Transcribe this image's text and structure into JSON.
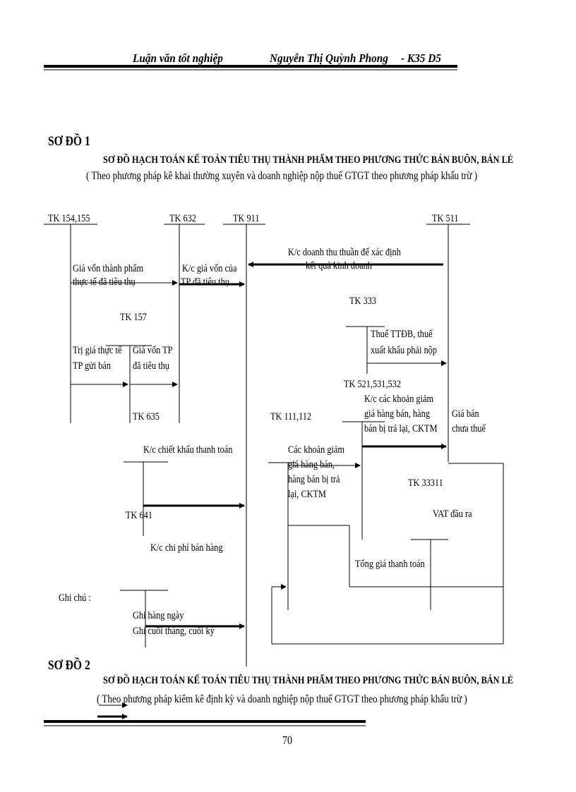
{
  "header": {
    "left": "Luận văn tốt nghiệp",
    "right": "Nguyễn Thị Quỳnh Phong",
    "class": "- K35 D5"
  },
  "diagram1": {
    "label": "SƠ ĐỒ 1",
    "title": "SƠ ĐỒ HẠCH TOÁN KẾ TOÁN TIÊU THỤ THÀNH PHẨM THEO PHƯƠNG THỨC BÁN BUÔN, BÁN LẺ",
    "subtitle": "( Theo phương pháp kê khai thường xuyên và doanh nghiệp nộp thuế GTGT theo phương pháp khấu trừ )",
    "accounts": {
      "tk154": "TK 154,155",
      "tk632": "TK 632",
      "tk911": "TK 911",
      "tk511": "TK 511",
      "tk157": "TK 157",
      "tk333": "TK 333",
      "tk521": "TK 521,531,532",
      "tk635": "TK 635",
      "tk111": "TK 111,112",
      "tk33311": "TK 33311",
      "tk641": "TK 641"
    },
    "labels": {
      "kc_dt_1": "K/c doanh thu thuần để xác định",
      "kc_dt_2": "kết quả kinh doanh",
      "gv_tp_1": "Giá vốn thành phẩm",
      "gv_tp_2": "thực tế đã tiêu thụ",
      "kc_gv_1": "K/c giá vốn của",
      "kc_gv_2": "TP đã tiêu thụ",
      "thue_1": "Thuế TTĐB, thuế",
      "thue_2": "xuất khẩu phải nộp",
      "tgtt_1": "Trị giá thực tế",
      "tgtt_2": "TP gửi bán",
      "gvtp_1": "Giá vốn TP",
      "gvtp_2": "đã tiêu thụ",
      "kc_ckgg_1": "K/c các khoản giảm",
      "kc_ckgg_2": "giá hàng bán, hàng",
      "kc_ckgg_3": "bán bị trả lại, CKTM",
      "gia_ban_1": "Giá bán",
      "gia_ban_2": "chưa thuế",
      "kc_ck": "K/c chiết khấu thanh toán",
      "ckg_1": "Các khoản giảm",
      "ckg_2": "giá hàng bán,",
      "ckg_3": "hàng bán bị trả",
      "ckg_4": "lại, CKTM",
      "vat": "VAT đầu ra",
      "kc_cp": "K/c chi phí bán hàng",
      "tong_gia": "Tổng giá thanh toán"
    },
    "legend": {
      "title": "Ghi chú :",
      "daily": "Ghi hàng ngày",
      "period": "Ghi cuối tháng, cuối kỳ"
    }
  },
  "diagram2": {
    "label": "SƠ ĐỒ 2",
    "title": "SƠ ĐỒ HẠCH TOÁN KẾ TOÁN TIÊU THỤ THÀNH PHẨM THEO PHƯƠNG THỨC BÁN BUÔN, BÁN LẺ",
    "subtitle": "( Theo phương pháp kiểm kê định kỳ và doanh nghiệp nộp thuế GTGT theo phương pháp khấu trừ )"
  },
  "page_number": "70"
}
